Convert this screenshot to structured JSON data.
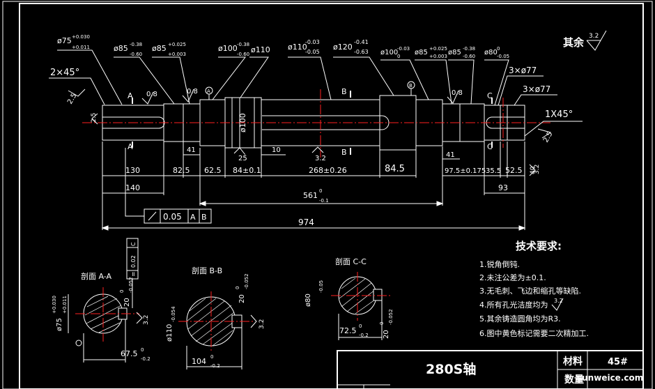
{
  "remainder_note": {
    "label": "其余",
    "finish": "3.2"
  },
  "dim_callouts": [
    {
      "base": "ø75",
      "sup": "+0.030",
      "sub": "+0.011"
    },
    {
      "base": "ø85",
      "sup": "-0.38",
      "sub": "-0.60"
    },
    {
      "base": "ø85",
      "sup": "+0.025",
      "sub": "+0.003"
    },
    {
      "base": "ø100",
      "sup": "-0.38",
      "sub": "-0.60"
    },
    {
      "base": "ø110",
      "sup": "",
      "sub": ""
    },
    {
      "base": "ø110",
      "sup": "-0.03",
      "sub": "-0.05"
    },
    {
      "base": "ø120",
      "sup": "-0.41",
      "sub": "-0.63"
    },
    {
      "base": "ø100",
      "sup": "-0.03",
      "sub": "0"
    },
    {
      "base": "ø85",
      "sup": "+0.025",
      "sub": "+0.003"
    },
    {
      "base": "ø85",
      "sup": "-0.38",
      "sub": "-0.60"
    },
    {
      "base": "ø80",
      "sup": "0",
      "sub": "-0.05"
    }
  ],
  "chamfers": {
    "left": "2×45°",
    "right": "1X45°",
    "holes_top": "3×ø77",
    "holes_bottom": "3×ø77"
  },
  "roughness": [
    "0.8",
    "0.8",
    "0.8",
    "2.5",
    "2.5",
    "25",
    "3.2",
    "2.5",
    "3.2"
  ],
  "section_marks": [
    "A",
    "A",
    "B",
    "B",
    "C",
    "C"
  ],
  "datum_marks": [
    "A",
    "B"
  ],
  "inner_dim": "ø100",
  "dims": {
    "d130": "130",
    "d140": "140",
    "d825": "82.5",
    "d625": "62.5",
    "d41a": "41",
    "d84": "84±0.1",
    "d10": "10",
    "d268": "268±0.26",
    "d845": "84.5",
    "d41b": "41",
    "d975": "97.5±0.175",
    "d355": "35.5",
    "d525": "52.5",
    "d93": "93",
    "d40": "40",
    "d561": "561",
    "d561_sup": "0",
    "d561_sub": "-0.1",
    "d974": "974"
  },
  "tolerance_frame": {
    "value": "0.05",
    "datum1": "A",
    "datum2": "B"
  },
  "section_a": {
    "title": "剖面 A-A",
    "dia": "ø75",
    "dia_sup": "+0.030",
    "dia_sub": "+0.011",
    "width": "20",
    "width_sup": "0",
    "width_sub": "-0.052",
    "depth": "67.5",
    "depth_sup": "0",
    "depth_sub": "-0.2",
    "rough": "3.2",
    "frame_sym": "=",
    "frame_val": "0.02",
    "frame_datum": "C"
  },
  "section_b": {
    "title": "剖面 B-B",
    "dia": "ø110",
    "dia_sup": "",
    "dia_sub": "-0.054",
    "width": "20",
    "width_sup": "0",
    "width_sub": "-0.052",
    "depth": "104",
    "depth_sup": "0",
    "depth_sub": "-0.2",
    "rough": "3.2"
  },
  "section_c": {
    "title": "剖面 C-C",
    "dia": "ø80",
    "dia_sup": "",
    "dia_sub": "-0.05",
    "width": "20",
    "width_sup": "0",
    "width_sub": "-0.052",
    "depth": "72.5",
    "depth_sup": "0",
    "depth_sub": "-0.2"
  },
  "tech_req": {
    "title": "技术要求:",
    "items": [
      "1.锐角倒钝.",
      "2.未注公差为±0.1.",
      "3.无毛刺、飞边和缩孔等缺陷.",
      "4.所有孔光洁度均为",
      "5.其余铸造圆角均为R3.",
      "6.图中黄色标记需要二次精加工."
    ],
    "item4_finish": "3.2"
  },
  "title_block": {
    "name": "280S轴",
    "material_label": "材料",
    "material_value": "45#",
    "qty_label": "数量",
    "watermark": "sunweice.com"
  }
}
